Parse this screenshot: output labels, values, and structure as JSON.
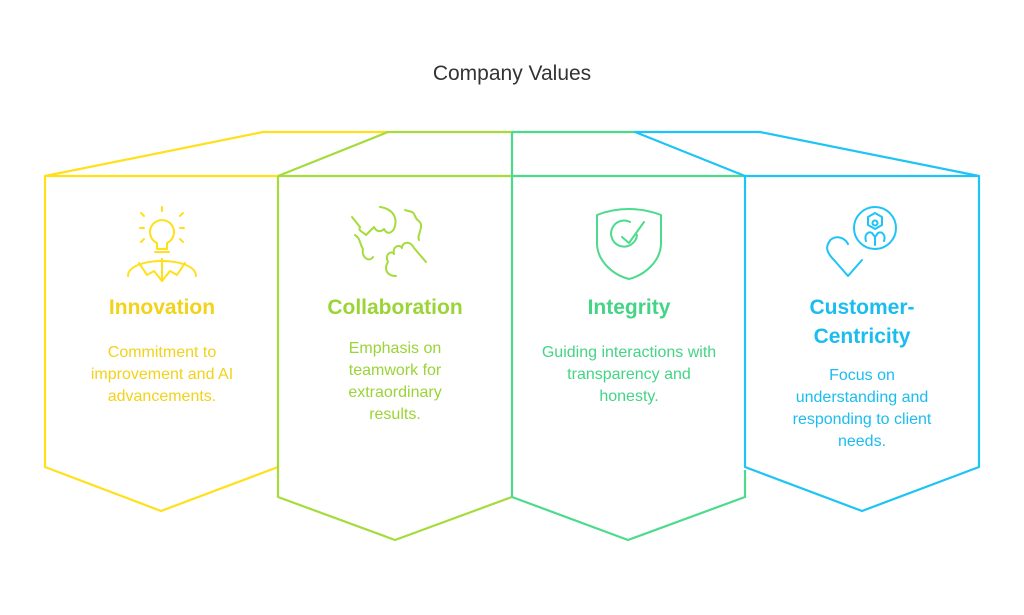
{
  "title": "Company Values",
  "values": [
    {
      "heading": "Innovation",
      "description": "Commitment to improvement and AI advancements.",
      "icon": "lightbulb-person-icon",
      "color": "#FFE01B",
      "text_color": "#F2D21A"
    },
    {
      "heading": "Collaboration",
      "description": "Emphasis on teamwork for extraordinary results.",
      "icon": "handshake-icon",
      "color": "#A5DC3C",
      "text_color": "#9AD436"
    },
    {
      "heading": "Integrity",
      "description": "Guiding interactions with transparency and honesty.",
      "icon": "shield-check-icon",
      "color": "#4CDB8C",
      "text_color": "#43D485"
    },
    {
      "heading": "Customer-Centricity",
      "description": "Focus on understanding and responding to client needs.",
      "icon": "heart-customer-icon",
      "color": "#1EC4F5",
      "text_color": "#1BBDF0"
    }
  ]
}
